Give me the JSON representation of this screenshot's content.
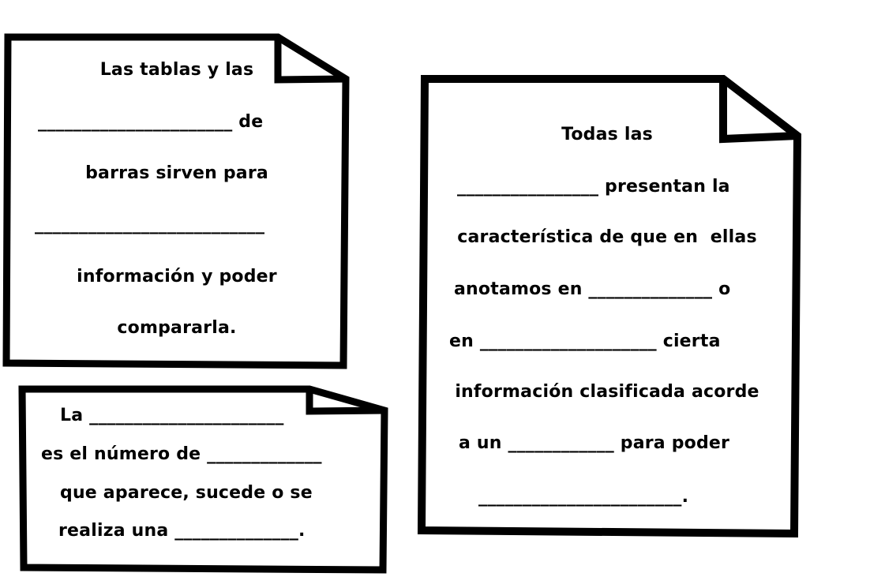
{
  "colors": {
    "card_border": "#000000",
    "card_fill": "#ffffff",
    "text": "#000000"
  },
  "cards": [
    {
      "id": "card-tables-graphs",
      "lines": [
        "Las tablas y las",
        "______________________ de",
        "barras sirven para",
        "__________________________",
        "información y poder",
        "compararla."
      ]
    },
    {
      "id": "card-frequency",
      "lines": [
        "La ______________________",
        "es el número de _____________",
        "que aparece, sucede o se",
        "realiza una ______________."
      ]
    },
    {
      "id": "card-all-tables",
      "lines": [
        "Todas las",
        "________________ presentan la",
        "característica de que en  ellas",
        "anotamos en ______________ o",
        "en ____________________ cierta",
        "información clasificada acorde",
        "a un ____________ para poder",
        "_______________________."
      ]
    }
  ]
}
